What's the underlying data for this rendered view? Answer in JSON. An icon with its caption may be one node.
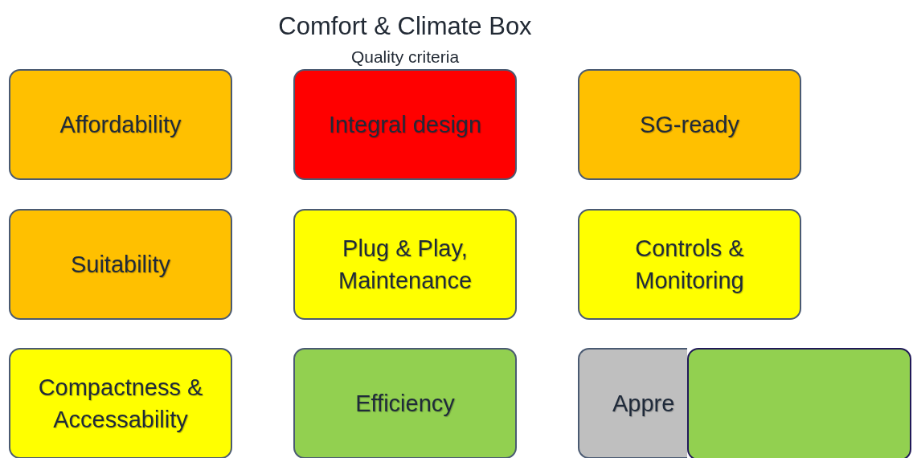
{
  "diagram": {
    "title": "Comfort & Climate Box",
    "labels": [
      "Quality criteria"
    ],
    "nodes": [
      {
        "text": [
          "Affordability"
        ]
      },
      {
        "text": [
          "Integral design"
        ]
      },
      {
        "text": [
          "SG-ready"
        ]
      },
      {
        "text": [
          "Suitability"
        ]
      },
      {
        "text": [
          "Plug & Play, Maintenance"
        ]
      },
      {
        "text": [
          "Controls & Monitoring"
        ]
      },
      {
        "text": [
          "Compactness & Accessability"
        ]
      },
      {
        "text": [
          "Efficiency"
        ]
      },
      {
        "text": [
          "Appre"
        ]
      },
      {
        "text": [],
        "shape": "box"
      }
    ]
  }
}
